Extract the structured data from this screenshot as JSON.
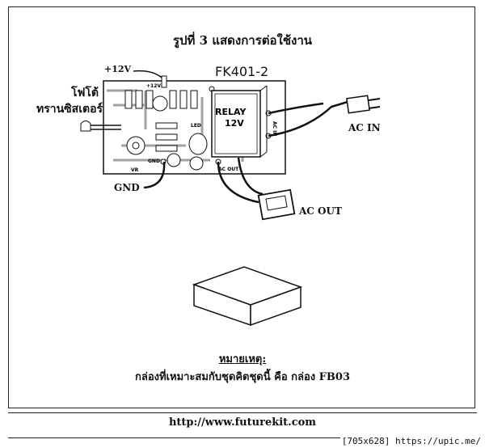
{
  "title": "รูปที่ 3 แสดงการต่อใช้งาน",
  "board": {
    "model": "FK401-2",
    "supply_label": "+12V",
    "relay_label": "RELAY",
    "relay_voltage": "12V",
    "pcb_supply": "+12V",
    "pcb_led": "LED",
    "pcb_vr": "VR",
    "pcb_gnd": "GND",
    "pcb_ac_out": "AC OUT",
    "pcb_ac_in": "AC IN"
  },
  "labels": {
    "phototransistor_line1": "โฟโต้",
    "phototransistor_line2": "ทรานซิสเตอร์",
    "gnd": "GND",
    "ac_in": "AC IN",
    "ac_out": "AC OUT"
  },
  "note": {
    "heading": "หมายเหตุ:",
    "body": "กล่องที่เหมาะสมกับชุดคิตชุดนี้ คือ กล่อง FB03"
  },
  "footer_url": "http://www.futurekit.com",
  "watermark": "[705x628] https://upic.me/"
}
